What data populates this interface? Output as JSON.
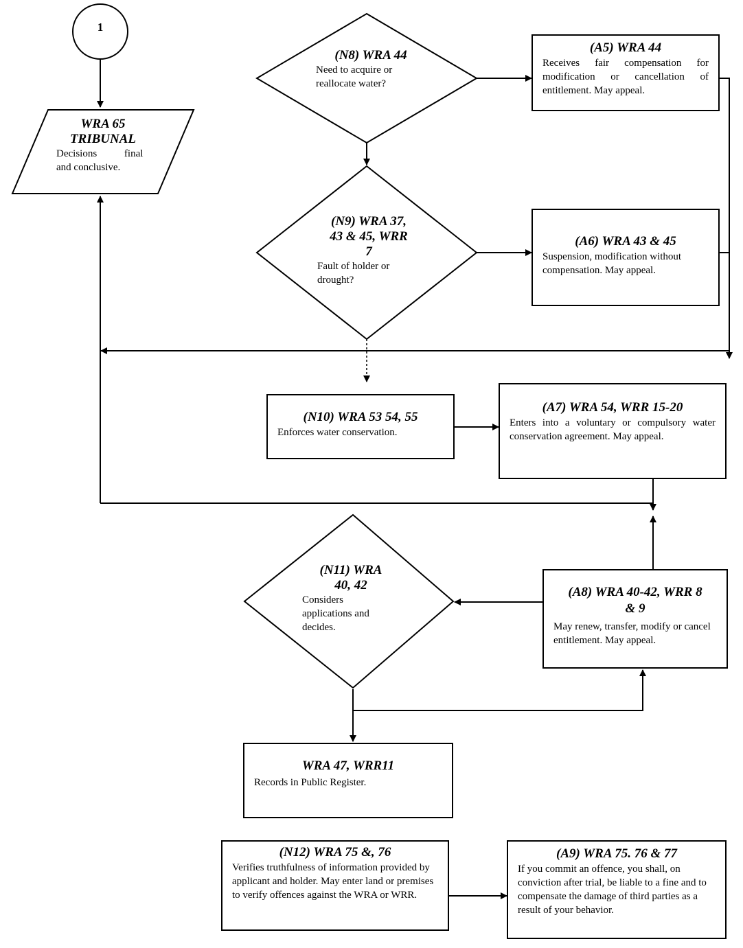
{
  "connector": {
    "label": "1"
  },
  "tribunal": {
    "title_line1": "WRA 65",
    "title_line2": "TRIBUNAL",
    "text_line1": "Decisions final",
    "text_line2": "and conclusive."
  },
  "n8": {
    "title": "(N8) WRA 44",
    "text_line1": "Need to acquire or",
    "text_line2": "reallocate water?"
  },
  "a5": {
    "title": "(A5) WRA 44",
    "text": "Receives fair compensation for modification or cancellation of entitlement. May appeal."
  },
  "n9": {
    "title_line1": "(N9) WRA 37,",
    "title_line2": "43 & 45, WRR",
    "title_line3": "7",
    "text_line1": "Fault of holder or",
    "text_line2": "drought?"
  },
  "a6": {
    "title": "(A6) WRA 43 & 45",
    "text": "Suspension, modification without compensation. May appeal."
  },
  "n10": {
    "title": "(N10) WRA 53 54, 55",
    "text": "Enforces water conservation."
  },
  "a7": {
    "title": "(A7) WRA 54, WRR 15-20",
    "text": "Enters into a voluntary or compulsory water conservation agreement. May appeal."
  },
  "n11": {
    "title_line1": "(N11) WRA",
    "title_line2": "40, 42",
    "text_line1": "Considers",
    "text_line2": "applications and",
    "text_line3": "decides."
  },
  "a8": {
    "title_line1": "(A8) WRA 40-42, WRR 8",
    "title_line2": "& 9",
    "text": "May renew, transfer, modify or cancel entitlement. May appeal."
  },
  "register": {
    "title": "WRA 47, WRR11",
    "text": "Records in Public Register."
  },
  "n12": {
    "title": "(N12) WRA 75 &, 76",
    "text": "Verifies truthfulness of information provided by applicant and holder. May enter land or premises to verify offences against the WRA or WRR."
  },
  "a9": {
    "title": "(A9) WRA 75. 76 & 77",
    "text": "If you commit an offence, you shall, on conviction after trial, be liable to a fine and to compensate the damage of third parties as a result of your behavior."
  }
}
